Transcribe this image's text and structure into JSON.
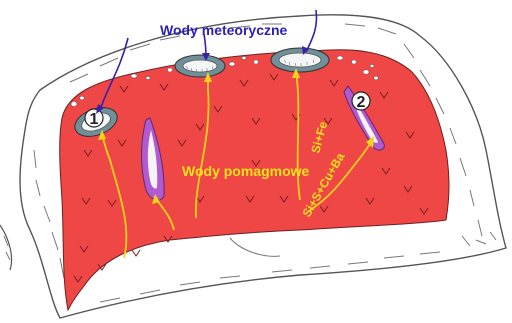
{
  "labels": {
    "meteoric_waters": "Wody meteoryczne",
    "postmagmatic_waters": "Wody pomagmowe",
    "si_fe": "Si+Fe",
    "si_s_cu_ba": "Si+S+Cu+Ba",
    "marker_1": "1",
    "marker_2": "2"
  },
  "colors": {
    "magma_body": "#ef4646",
    "host_rock": "#ffffff",
    "outline": "#555555",
    "meteoric_arrows": "#3a1fa8",
    "postmagmatic_arrows": "#f4d21b",
    "geode_outer": "#6f8f99",
    "geode_inner": "#f2f6f6",
    "vein_outer": "#b25ad0",
    "vein_inner": "#f4f4f4"
  }
}
